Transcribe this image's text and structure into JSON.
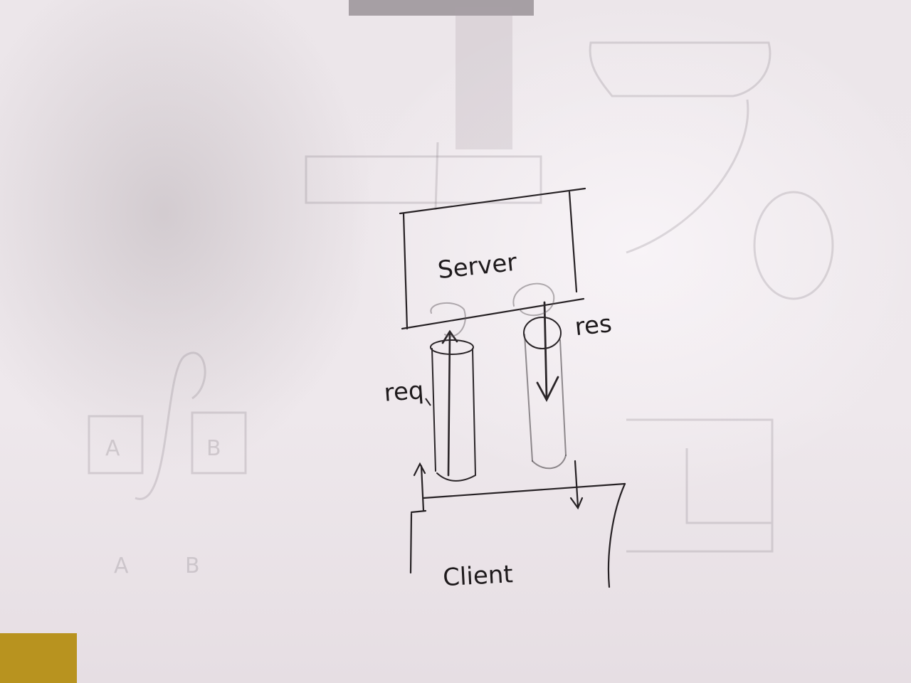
{
  "diagram": {
    "nodes": {
      "server": "Server",
      "client": "Client"
    },
    "edges": {
      "request": "req",
      "response": "res"
    },
    "faint_background": {
      "box_a": "A",
      "box_b": "B",
      "caption_left": "A",
      "caption_right": "B"
    }
  }
}
